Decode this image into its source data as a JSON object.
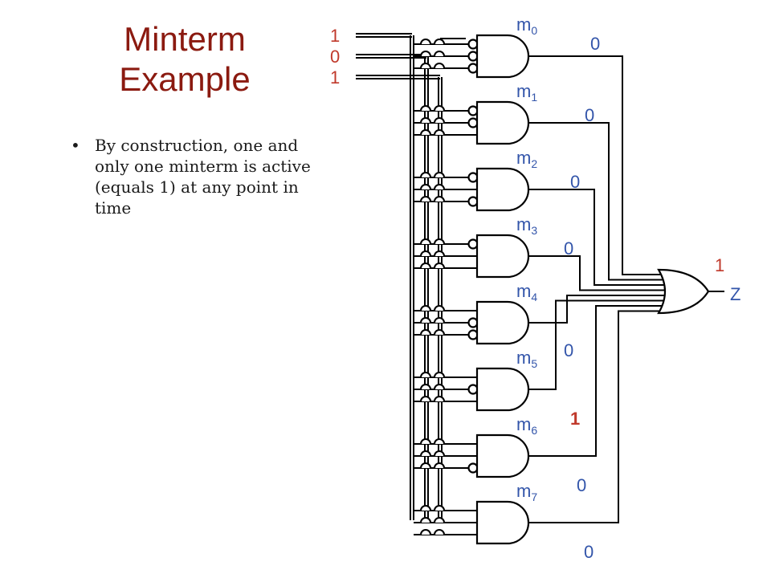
{
  "title": {
    "line1": "Minterm",
    "line2": "Example"
  },
  "bullets": [
    "By construction, one and only one minterm is active (equals 1) at any point in time"
  ],
  "colors": {
    "title": "#8b1a10",
    "wire_values": "#3355aa",
    "active_value": "#c0392b",
    "wires": "#000000"
  },
  "inputs": [
    "1",
    "0",
    "1"
  ],
  "minterms": [
    {
      "base": "m",
      "index": "0",
      "value": "0",
      "active": false
    },
    {
      "base": "m",
      "index": "1",
      "value": "0",
      "active": false
    },
    {
      "base": "m",
      "index": "2",
      "value": "0",
      "active": false
    },
    {
      "base": "m",
      "index": "3",
      "value": "0",
      "active": false
    },
    {
      "base": "m",
      "index": "4",
      "value": "0",
      "active": false
    },
    {
      "base": "m",
      "index": "5",
      "value": "1",
      "active": true
    },
    {
      "base": "m",
      "index": "6",
      "value": "0",
      "active": false
    },
    {
      "base": "m",
      "index": "7",
      "value": "0",
      "active": false
    }
  ],
  "output": {
    "value": "1",
    "name": "Z"
  }
}
